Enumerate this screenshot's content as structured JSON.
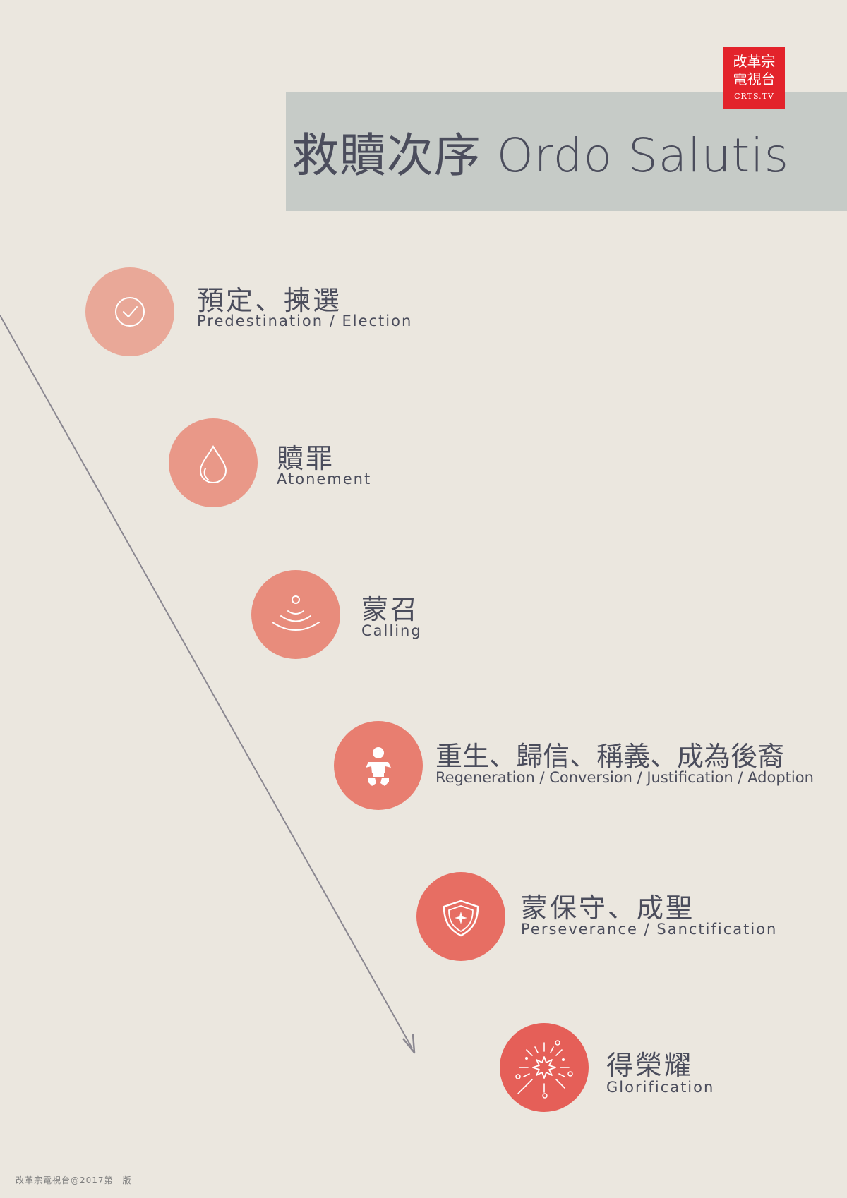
{
  "logo": {
    "line1": "改革宗",
    "line2": "電視台",
    "line3": "CRTS.TV"
  },
  "title": "救贖次序 Ordo Salutis",
  "colors": {
    "background": "#ebe7df",
    "title_band": "#c6cbc7",
    "text": "#4b4d5c",
    "logo": "#e3232b",
    "arrow": "#8a8790",
    "step_colors": [
      "#e9a898",
      "#e99888",
      "#e88c7c",
      "#e87e70",
      "#e76e63",
      "#e55f58"
    ]
  },
  "steps": [
    {
      "zh": "預定、揀選",
      "en": "Predestination / Election",
      "icon": "check-circle-icon"
    },
    {
      "zh": "贖罪",
      "en": "Atonement",
      "icon": "drop-icon"
    },
    {
      "zh": "蒙召",
      "en": "Calling",
      "icon": "signal-waves-icon"
    },
    {
      "zh": "重生、歸信、稱義、成為後裔",
      "en": "Regeneration / Conversion / Justification / Adoption",
      "icon": "baby-icon"
    },
    {
      "zh": "蒙保守、成聖",
      "en": "Perseverance / Sanctification",
      "icon": "shield-icon"
    },
    {
      "zh": "得榮耀",
      "en": "Glorification",
      "icon": "starburst-icon"
    }
  ],
  "footer": "改革宗電視台@2017第一版"
}
